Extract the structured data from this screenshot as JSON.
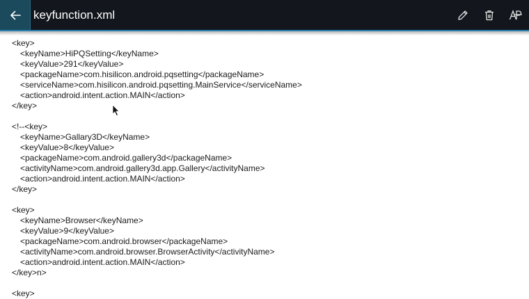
{
  "header": {
    "title": "keyfunction.xml",
    "icons": {
      "back": "arrow-left-icon",
      "edit": "pencil-icon",
      "delete": "trash-icon",
      "text_size": "text-size-icon"
    },
    "colors": {
      "bar": "#13161d",
      "back_button": "#1a4a5c",
      "accent_line": "#2a7fb0"
    }
  },
  "file": {
    "lines": [
      {
        "text": "<key>",
        "indent": false
      },
      {
        "text": "<keyName>HiPQSetting</keyName>",
        "indent": true
      },
      {
        "text": "<keyValue>291</keyValue>",
        "indent": true
      },
      {
        "text": "<packageName>com.hisilicon.android.pqsetting</packageName>",
        "indent": true
      },
      {
        "text": "<serviceName>com.hisilicon.android.pqsetting.MainService</serviceName>",
        "indent": true
      },
      {
        "text": "<action>android.intent.action.MAIN</action>",
        "indent": true
      },
      {
        "text": "</key>",
        "indent": false
      },
      {
        "text": "",
        "indent": false
      },
      {
        "text": "<!--<key>",
        "indent": false
      },
      {
        "text": "<keyName>Gallary3D</keyName>",
        "indent": true
      },
      {
        "text": "<keyValue>8</keyValue>",
        "indent": true
      },
      {
        "text": "<packageName>com.android.gallery3d</packageName>",
        "indent": true
      },
      {
        "text": "<activityName>com.android.gallery3d.app.Gallery</activityName>",
        "indent": true
      },
      {
        "text": "<action>android.intent.action.MAIN</action>",
        "indent": true
      },
      {
        "text": "</key>",
        "indent": false
      },
      {
        "text": "",
        "indent": false
      },
      {
        "text": "<key>",
        "indent": false
      },
      {
        "text": "<keyName>Browser</keyName>",
        "indent": true
      },
      {
        "text": "<keyValue>9</keyValue>",
        "indent": true
      },
      {
        "text": "<packageName>com.android.browser</packageName>",
        "indent": true
      },
      {
        "text": "<activityName>com.android.browser.BrowserActivity</activityName>",
        "indent": true
      },
      {
        "text": "<action>android.intent.action.MAIN</action>",
        "indent": true
      },
      {
        "text": "</key>n>",
        "indent": false
      },
      {
        "text": "",
        "indent": false
      },
      {
        "text": "<key>",
        "indent": false
      }
    ]
  }
}
